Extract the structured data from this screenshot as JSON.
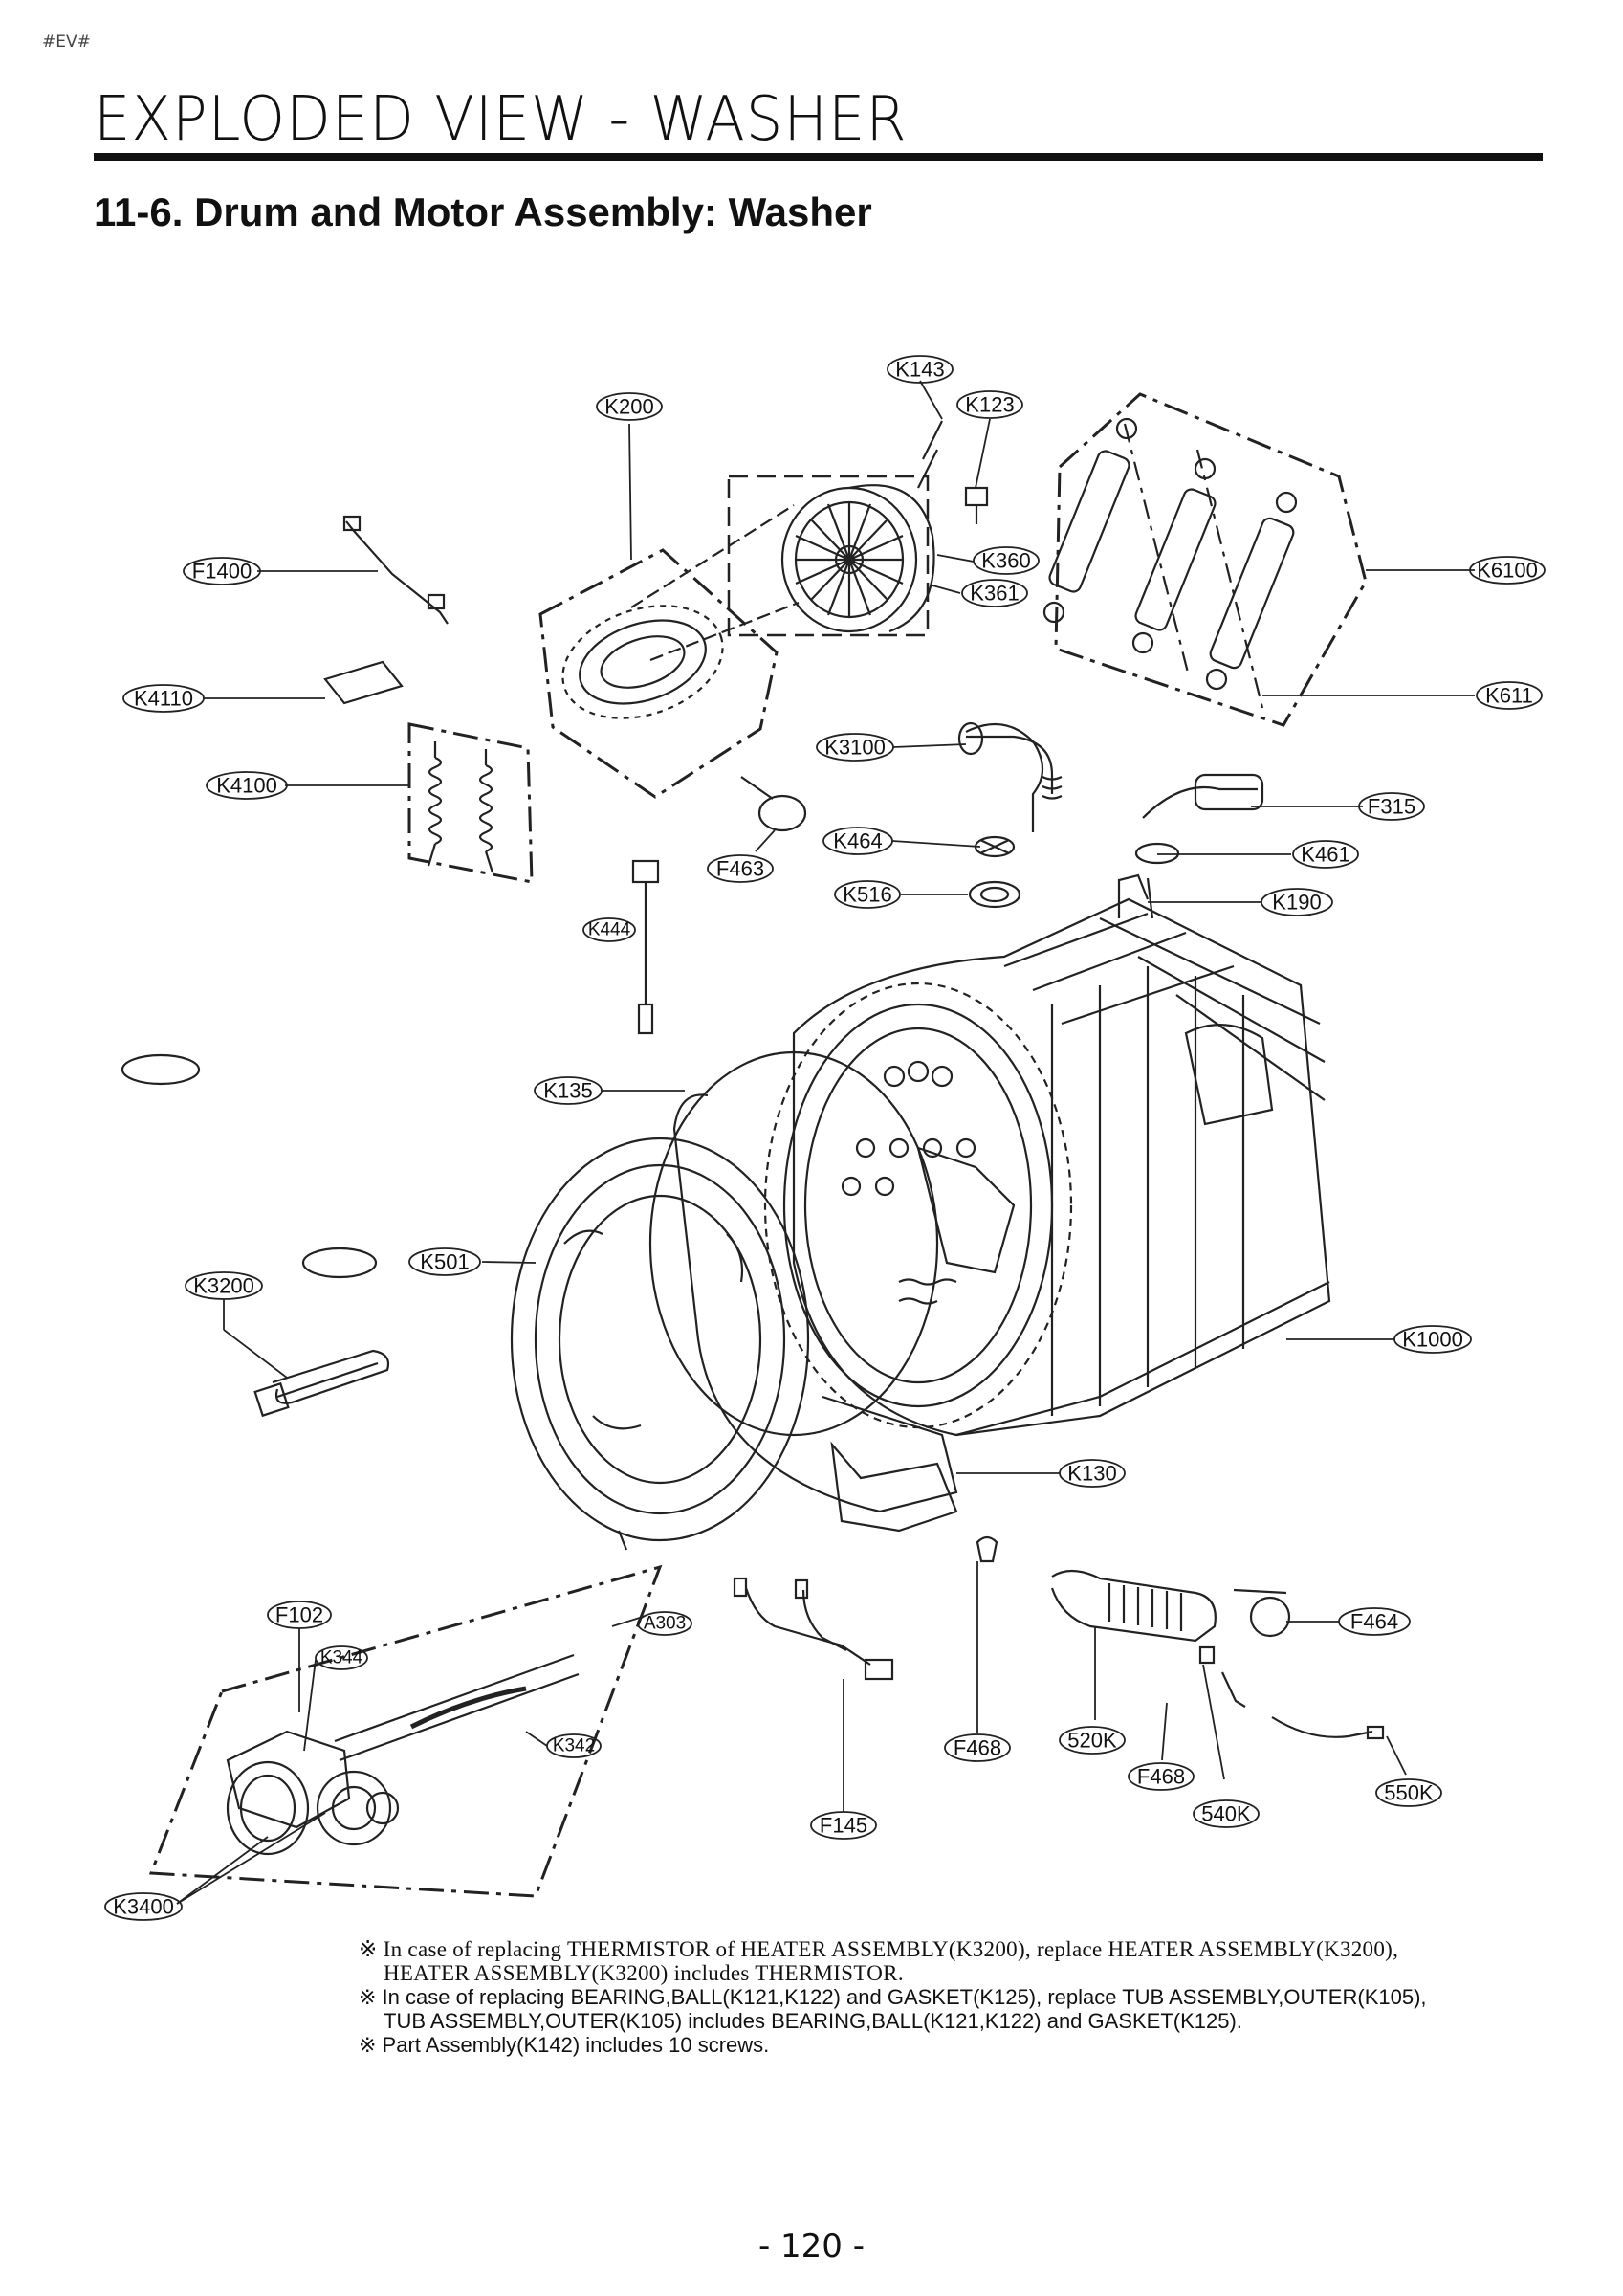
{
  "page_tag": "#EV#",
  "header_title": "EXPLODED VIEW - WASHER",
  "section_title": "11-6. Drum and Motor Assembly: Washer",
  "callouts": [
    "K143",
    "K123",
    "K200",
    "K360",
    "K361",
    "K6100",
    "F1400",
    "K4110",
    "K611",
    "K4100",
    "K3100",
    "F315",
    "K464",
    "K461",
    "F463",
    "K516",
    "K190",
    "K444",
    "K135",
    "K501",
    "K3200",
    "K1000",
    "K130",
    "A303",
    "F464",
    "F102",
    "K344",
    "K342",
    "F468",
    "520K",
    "F468",
    "550K",
    "540K",
    "F145",
    "K3400"
  ],
  "notes": [
    {
      "lines": [
        "※ In case of replacing THERMISTOR of HEATER ASSEMBLY(K3200), replace HEATER ASSEMBLY(K3200),",
        "HEATER ASSEMBLY(K3200) includes THERMISTOR."
      ]
    },
    {
      "lines": [
        "※ In case of replacing BEARING,BALL(K121,K122) and GASKET(K125), replace TUB ASSEMBLY,OUTER(K105),",
        "TUB ASSEMBLY,OUTER(K105) includes BEARING,BALL(K121,K122) and GASKET(K125)."
      ]
    },
    {
      "lines": [
        "※ Part Assembly(K142) includes 10 screws."
      ]
    }
  ],
  "page_number": "- 120 -"
}
